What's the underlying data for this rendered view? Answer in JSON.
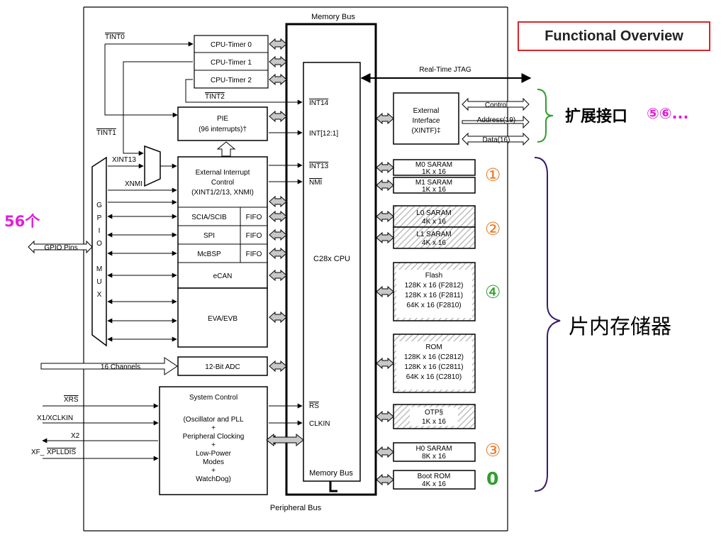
{
  "buses": {
    "memory_bus_top": "Memory Bus",
    "memory_bus_inner": "Memory Bus",
    "peripheral_bus": "Peripheral Bus",
    "jtag": "Real-Time JTAG"
  },
  "timers": [
    "CPU-Timer 0",
    "CPU-Timer 1",
    "CPU-Timer 2"
  ],
  "signals": {
    "tint0": "TINT0",
    "tint1": "TINT1",
    "tint2": "TINT2",
    "xint13": "XINT13",
    "xnmi": "XNMI",
    "channels16": "16 Channels",
    "gpio_pins": "GPIO Pins",
    "xrs": "XRS",
    "x1": "X1/XCLKIN",
    "x2": "X2",
    "xf": "XF_",
    "xplldis": "XPLLDIS"
  },
  "pie": {
    "line1": "PIE",
    "line2": "(96 interrupts)†"
  },
  "cpu": {
    "label": "C28x CPU",
    "int14": "INT14",
    "int12": "INT[12:1]",
    "int13": "INT13",
    "nmi": "NMI",
    "rs": "RS",
    "clkin": "CLKIN"
  },
  "external_interrupt": {
    "line1": "External Interrupt",
    "line2": "Control",
    "line3": "(XINT1/2/13, XNMI)"
  },
  "gpio_mux_letters": [
    "G",
    "P",
    "I",
    "O",
    "",
    "M",
    "U",
    "X"
  ],
  "peripherals": {
    "scia": "SCIA/SCIB",
    "spi": "SPI",
    "mcbsp": "McBSP",
    "fifo": "FIFO",
    "ecan": "eCAN",
    "eva": "EVA/EVB"
  },
  "adc": "12-Bit ADC",
  "system_control": {
    "title": "System Control",
    "lines": [
      "(Oscillator and  PLL",
      "+",
      "Peripheral Clocking",
      "+",
      "Low-Power",
      "Modes",
      "+",
      "WatchDog)"
    ]
  },
  "xintf": {
    "line1": "External",
    "line2": "Interface",
    "line3": "(XINTF)‡",
    "control": "Control",
    "address": "Address(19)",
    "data": "Data(16)"
  },
  "memory": {
    "m0": [
      "M0 SARAM",
      "1K x 16"
    ],
    "m1": [
      "M1 SARAM",
      "1K x 16"
    ],
    "l0": [
      "L0 SARAM",
      "4K x 16"
    ],
    "l1": [
      "L1 SARAM",
      "4K x 16"
    ],
    "flash": [
      "Flash",
      "128K x 16 (F2812)",
      "128K x 16 (F2811)",
      "64K x 16 (F2810)"
    ],
    "rom": [
      "ROM",
      "128K x 16 (C2812)",
      "128K x 16 (C2811)",
      "64K x 16 (C2810)"
    ],
    "otp": [
      "OTP§",
      "1K x 16"
    ],
    "h0": [
      "H0 SARAM",
      "8K x 16"
    ],
    "boot": [
      "Boot ROM",
      "4K x 16"
    ]
  },
  "annotations": {
    "title": "Functional Overview",
    "expand": "扩展接口",
    "expand_nums": "⑤⑥...",
    "onchip": "片内存储器",
    "gpio_count": "56个",
    "n1": "①",
    "n2": "②",
    "n3": "③",
    "n4": "④",
    "n0": "0"
  },
  "colors": {
    "title_border": "#d8252c",
    "magenta": "#e020d8",
    "orange": "#e87722",
    "green": "#2e9e2e",
    "purple": "#3a1a6a"
  }
}
